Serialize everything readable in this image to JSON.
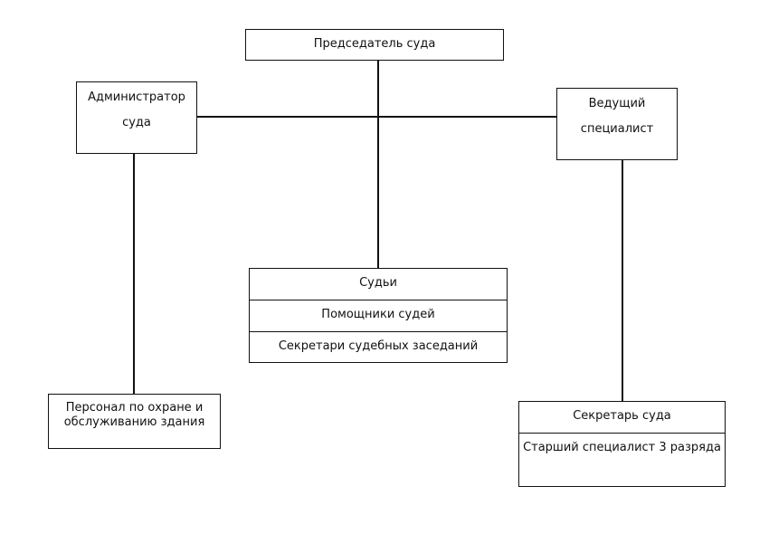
{
  "diagram": {
    "chairman": "Председатель суда",
    "administrator": {
      "line1": "Администратор",
      "line2": "суда"
    },
    "lead_specialist": {
      "line1": "Ведущий",
      "line2": "специалист"
    },
    "judges_group": {
      "judges": "Судьи",
      "assistants": "Помощники судей",
      "court_clerks": "Секретари судебных заседаний"
    },
    "building_staff": {
      "line1": "Персонал по охране и",
      "line2": "обслуживанию здания"
    },
    "secretary_group": {
      "court_secretary": "Секретарь суда",
      "senior_specialist": "Старший специалист 3 разряда"
    },
    "line_color": "#111111"
  }
}
